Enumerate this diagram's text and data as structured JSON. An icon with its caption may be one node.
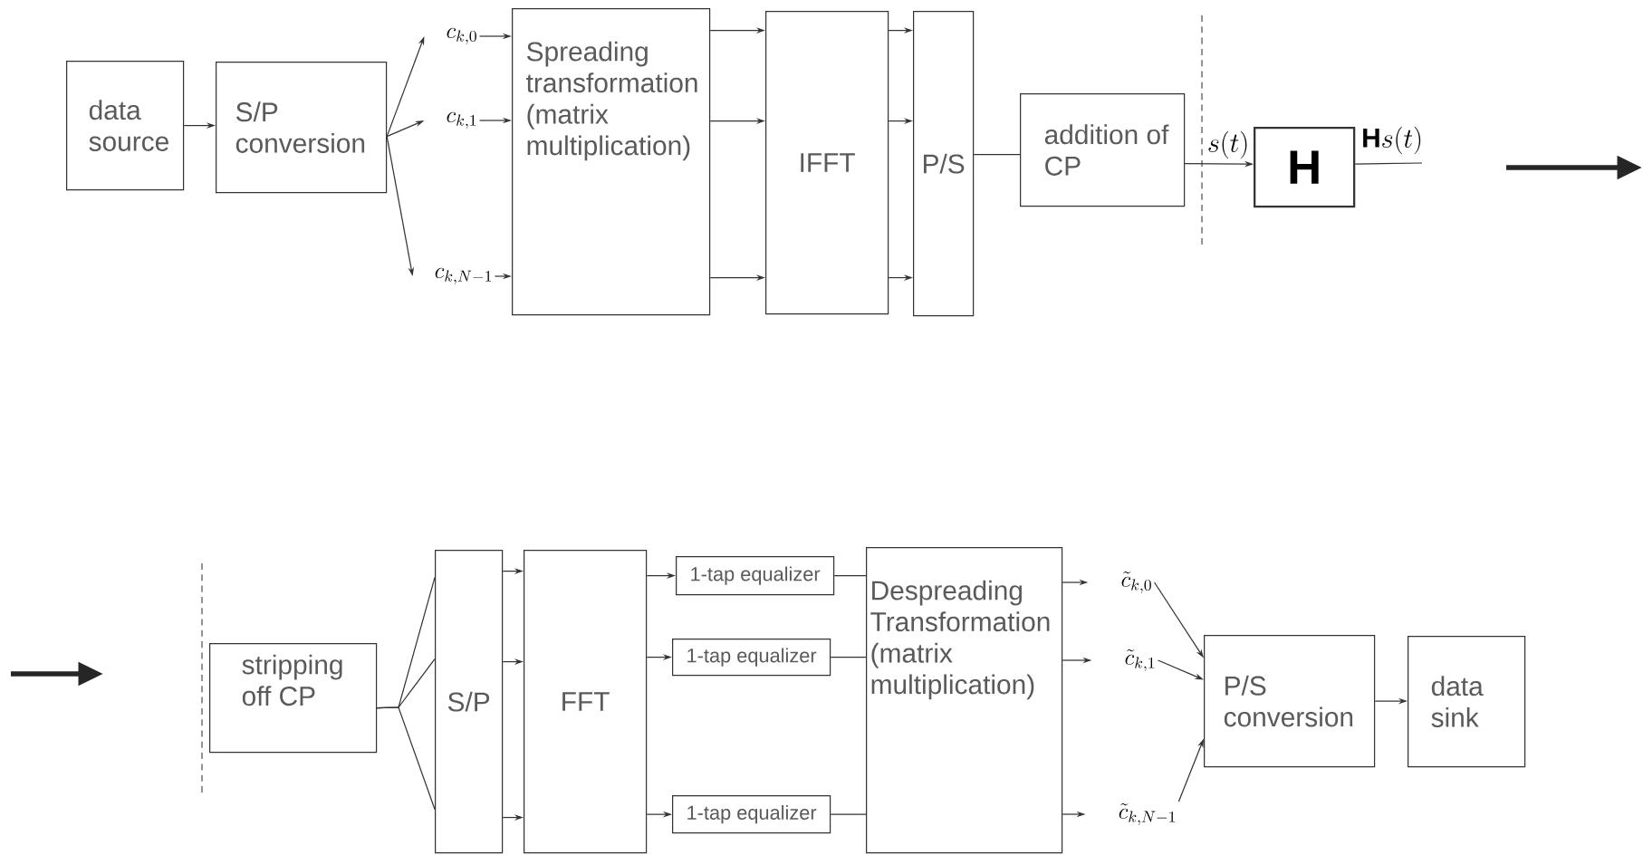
{
  "diagram": {
    "nodes": [
      {
        "text": [
          "data source"
        ]
      },
      {
        "text": [
          "S/P conversion"
        ]
      },
      {
        "text": [
          "c_{k,0}"
        ]
      },
      {
        "text": [
          "c_{k,1}"
        ]
      },
      {
        "text": [
          "c_{k,N-1}"
        ]
      },
      {
        "text": [
          "Spreading transformation (matrix multiplication)"
        ]
      },
      {
        "text": [
          "IFFT"
        ]
      },
      {
        "text": [
          "P/S"
        ]
      },
      {
        "text": [
          "addition of CP"
        ]
      },
      {
        "text": [
          "\\mathbf{H}"
        ]
      },
      {
        "text": [
          "stripping off CP"
        ]
      },
      {
        "text": [
          "S/P"
        ]
      },
      {
        "text": [
          "FFT"
        ]
      },
      {
        "text": [
          "1-tap equalizer"
        ]
      },
      {
        "text": [
          "1-tap equalizer"
        ]
      },
      {
        "text": [
          "1-tap equalizer"
        ]
      },
      {
        "text": [
          "Despreading Transformation (matrix multiplication)"
        ]
      },
      {
        "text": [
          "\\tilde{c}_{k,0}"
        ]
      },
      {
        "text": [
          "\\tilde{c}_{k,1}"
        ]
      },
      {
        "text": [
          "\\tilde{c}_{k,N-1}"
        ]
      },
      {
        "text": [
          "P/S conversion"
        ]
      },
      {
        "text": [
          "data sink"
        ]
      }
    ],
    "edges": [
      {
        "from": 0,
        "to": 1,
        "arrow": "to"
      },
      {
        "from": 1,
        "to": 2,
        "arrow": "to"
      },
      {
        "from": 1,
        "to": 3,
        "arrow": "to"
      },
      {
        "from": 1,
        "to": 4,
        "arrow": "to"
      },
      {
        "from": 2,
        "to": 5,
        "arrow": "to"
      },
      {
        "from": 3,
        "to": 5,
        "arrow": "to"
      },
      {
        "from": 4,
        "to": 5,
        "arrow": "to"
      },
      {
        "from": 5,
        "to": 6,
        "arrow": "to"
      },
      {
        "from": 5,
        "to": 6,
        "arrow": "to"
      },
      {
        "from": 5,
        "to": 6,
        "arrow": "to"
      },
      {
        "from": 6,
        "to": 7,
        "arrow": "to"
      },
      {
        "from": 6,
        "to": 7,
        "arrow": "to"
      },
      {
        "from": 6,
        "to": 7,
        "arrow": "to"
      },
      {
        "from": 7,
        "to": 8,
        "arrow": "none"
      },
      {
        "from": 8,
        "to": 9,
        "arrow": "to",
        "label": "s(t)"
      },
      {
        "from": 9,
        "to": null,
        "arrow": "none",
        "label": "\\mathbf{H}s(t)"
      },
      {
        "from": 10,
        "to": 11,
        "arrow": "none"
      },
      {
        "from": 10,
        "to": 11,
        "arrow": "none"
      },
      {
        "from": 10,
        "to": 11,
        "arrow": "none"
      },
      {
        "from": 11,
        "to": 12,
        "arrow": "to"
      },
      {
        "from": 11,
        "to": 12,
        "arrow": "to"
      },
      {
        "from": 11,
        "to": 12,
        "arrow": "to"
      },
      {
        "from": 12,
        "to": 13,
        "arrow": "to"
      },
      {
        "from": 12,
        "to": 14,
        "arrow": "to"
      },
      {
        "from": 12,
        "to": 15,
        "arrow": "to"
      },
      {
        "from": 13,
        "to": 16,
        "arrow": "none"
      },
      {
        "from": 14,
        "to": 16,
        "arrow": "none"
      },
      {
        "from": 15,
        "to": 16,
        "arrow": "none"
      },
      {
        "from": 16,
        "to": 17,
        "arrow": "to"
      },
      {
        "from": 16,
        "to": 18,
        "arrow": "to"
      },
      {
        "from": 16,
        "to": 19,
        "arrow": "to"
      },
      {
        "from": 17,
        "to": 20,
        "arrow": "to"
      },
      {
        "from": 18,
        "to": 20,
        "arrow": "to"
      },
      {
        "from": 19,
        "to": 20,
        "arrow": "to"
      },
      {
        "from": 20,
        "to": 21,
        "arrow": "to"
      }
    ]
  }
}
